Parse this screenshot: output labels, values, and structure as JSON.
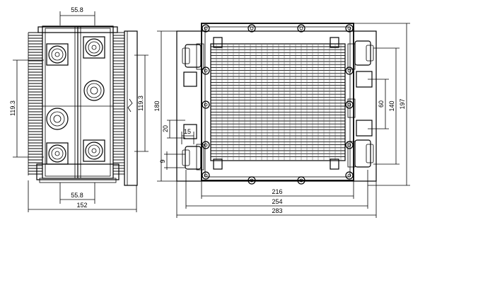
{
  "side_view": {
    "dim_top": "55.8",
    "dim_bottom": "55.8",
    "dim_overall_width": "152",
    "dim_left_height": "119.3",
    "dim_right_height": "119.3"
  },
  "front_view": {
    "dim_216": "216",
    "dim_254": "254",
    "dim_283": "283",
    "dim_180": "180",
    "dim_197": "197",
    "dim_140": "140",
    "dim_60": "60",
    "dim_20": "20",
    "dim_15": "15",
    "dim_9": "9"
  }
}
